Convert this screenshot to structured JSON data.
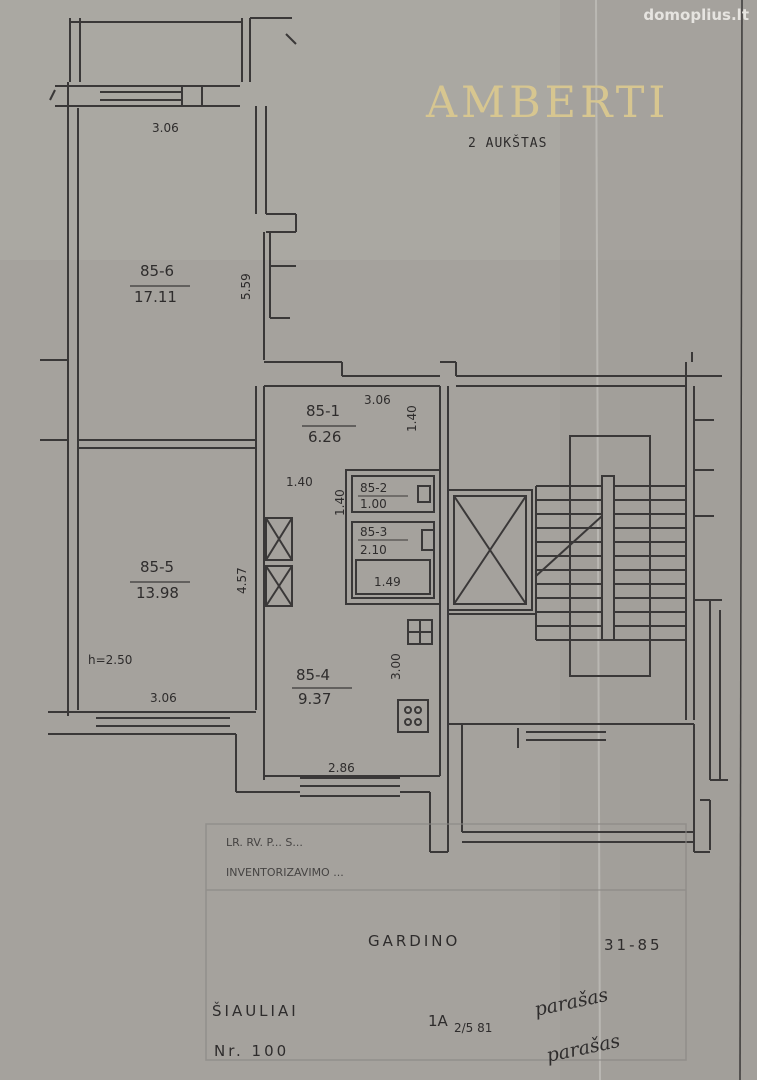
{
  "watermark": "domoplius.lt",
  "brand": "AMBERTI",
  "floor_label": "2 AUKŠTAS",
  "rooms": [
    {
      "id": "85-6",
      "area": "17.11",
      "width": "3.06",
      "length": "5.59"
    },
    {
      "id": "85-5",
      "area": "13.98",
      "width": "3.06",
      "length": "4.57",
      "height": "h=2.50"
    },
    {
      "id": "85-1",
      "area": "6.26",
      "width": "3.06",
      "length": "1.40"
    },
    {
      "id": "85-2",
      "area": "1.00"
    },
    {
      "id": "85-3",
      "area": "2.10",
      "sub": "1.49"
    },
    {
      "id": "85-4",
      "area": "9.37",
      "width": "2.86",
      "length": "3.00"
    }
  ],
  "dims": {
    "corridor_width": "1.40",
    "bath_length": "1.40"
  },
  "stamp": {
    "line1": "LR. RV. P... S...",
    "line2": "INVENTORIZAVIMO ..."
  },
  "title_block": {
    "street": "GARDINO",
    "number": "31-85",
    "city": "ŠIAULIAI",
    "sheet": "1A",
    "sheet_frac": "2/5 81",
    "code": "Nr. 100",
    "signature1": "parašas",
    "signature2": "parašas"
  },
  "colors": {
    "paper": "#a5a29d",
    "ink": "#2e2c2c",
    "brand": "#d7c690"
  }
}
